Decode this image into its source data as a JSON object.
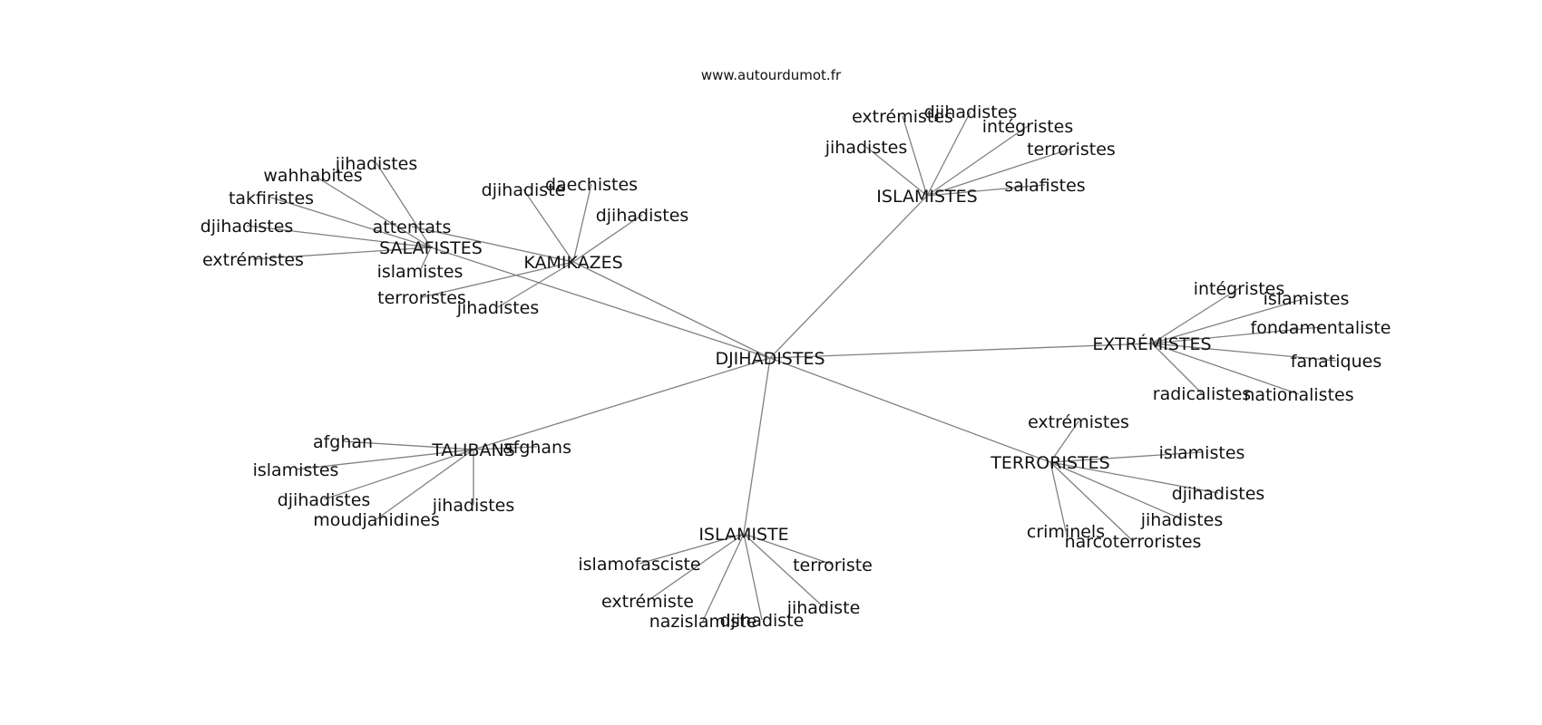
{
  "site": "www.autourdumot.fr",
  "colors": {
    "edge": "#808080",
    "text": "#111111",
    "background": "#ffffff"
  },
  "nodes": [
    {
      "id": "djihadistes",
      "label": "DJIHADISTES"
    },
    {
      "id": "islamistes_hub",
      "label": "ISLAMISTES"
    },
    {
      "id": "kamikazes",
      "label": "KAMIKAZES"
    },
    {
      "id": "salafistes",
      "label": "SALAFISTES"
    },
    {
      "id": "extremistes_hub",
      "label": "EXTRÉMISTES"
    },
    {
      "id": "terroristes_hub",
      "label": "TERRORISTES"
    },
    {
      "id": "talibans",
      "label": "TALIBANS"
    },
    {
      "id": "islamiste",
      "label": "ISLAMISTE"
    },
    {
      "id": "isl_extremistes",
      "label": "extrémistes"
    },
    {
      "id": "isl_djihadistes",
      "label": "djihadistes"
    },
    {
      "id": "isl_integristes",
      "label": "intégristes"
    },
    {
      "id": "isl_jihadistes",
      "label": "jihadistes"
    },
    {
      "id": "isl_terroristes",
      "label": "terroristes"
    },
    {
      "id": "isl_salafistes",
      "label": "salafistes"
    },
    {
      "id": "kam_djihadiste",
      "label": "djihadiste"
    },
    {
      "id": "kam_daechistes",
      "label": "daechistes"
    },
    {
      "id": "kam_djihadistes",
      "label": "djihadistes"
    },
    {
      "id": "kam_attentats",
      "label": "attentats"
    },
    {
      "id": "kam_terroristes",
      "label": "terroristes"
    },
    {
      "id": "kam_jihadistes",
      "label": "jihadistes"
    },
    {
      "id": "sal_jihadistes",
      "label": "jihadistes"
    },
    {
      "id": "sal_wahhabites",
      "label": "wahhabites"
    },
    {
      "id": "sal_takfiristes",
      "label": "takfiristes"
    },
    {
      "id": "sal_djihadistes",
      "label": "djihadistes"
    },
    {
      "id": "sal_extremistes",
      "label": "extrémistes"
    },
    {
      "id": "sal_islamistes",
      "label": "islamistes"
    },
    {
      "id": "ext_integristes",
      "label": "intégristes"
    },
    {
      "id": "ext_islamistes",
      "label": "islamistes"
    },
    {
      "id": "ext_fondamentaliste",
      "label": "fondamentaliste"
    },
    {
      "id": "ext_fanatiques",
      "label": "fanatiques"
    },
    {
      "id": "ext_radicalistes",
      "label": "radicalistes"
    },
    {
      "id": "ext_nationalistes",
      "label": "nationalistes"
    },
    {
      "id": "ter_extremistes",
      "label": "extrémistes"
    },
    {
      "id": "ter_islamistes",
      "label": "islamistes"
    },
    {
      "id": "ter_djihadistes",
      "label": "djihadistes"
    },
    {
      "id": "ter_jihadistes",
      "label": "jihadistes"
    },
    {
      "id": "ter_criminels",
      "label": "criminels"
    },
    {
      "id": "ter_narcoterroristes",
      "label": "narcoterroristes"
    },
    {
      "id": "tal_afghan",
      "label": "afghan"
    },
    {
      "id": "tal_afghans",
      "label": "afghans"
    },
    {
      "id": "tal_islamistes",
      "label": "islamistes"
    },
    {
      "id": "tal_djihadistes",
      "label": "djihadistes"
    },
    {
      "id": "tal_moudjahidines",
      "label": "moudjahidines"
    },
    {
      "id": "tal_jihadistes",
      "label": "jihadistes"
    },
    {
      "id": "ism_islamofasciste",
      "label": "islamofasciste"
    },
    {
      "id": "ism_terroriste",
      "label": "terroriste"
    },
    {
      "id": "ism_extremiste",
      "label": "extrémiste"
    },
    {
      "id": "ism_jihadiste",
      "label": "jihadiste"
    },
    {
      "id": "ism_nazislamiste",
      "label": "nazislamiste"
    },
    {
      "id": "ism_djihadiste",
      "label": "djihadiste"
    }
  ],
  "edges": [
    [
      "djihadistes",
      "islamistes_hub"
    ],
    [
      "djihadistes",
      "kamikazes"
    ],
    [
      "djihadistes",
      "salafistes"
    ],
    [
      "djihadistes",
      "extremistes_hub"
    ],
    [
      "djihadistes",
      "terroristes_hub"
    ],
    [
      "djihadistes",
      "talibans"
    ],
    [
      "djihadistes",
      "islamiste"
    ],
    [
      "islamistes_hub",
      "isl_extremistes"
    ],
    [
      "islamistes_hub",
      "isl_djihadistes"
    ],
    [
      "islamistes_hub",
      "isl_integristes"
    ],
    [
      "islamistes_hub",
      "isl_jihadistes"
    ],
    [
      "islamistes_hub",
      "isl_terroristes"
    ],
    [
      "islamistes_hub",
      "isl_salafistes"
    ],
    [
      "kamikazes",
      "kam_djihadiste"
    ],
    [
      "kamikazes",
      "kam_daechistes"
    ],
    [
      "kamikazes",
      "kam_djihadistes"
    ],
    [
      "kamikazes",
      "kam_attentats"
    ],
    [
      "kamikazes",
      "kam_terroristes"
    ],
    [
      "kamikazes",
      "kam_jihadistes"
    ],
    [
      "salafistes",
      "sal_jihadistes"
    ],
    [
      "salafistes",
      "sal_wahhabites"
    ],
    [
      "salafistes",
      "sal_takfiristes"
    ],
    [
      "salafistes",
      "sal_djihadistes"
    ],
    [
      "salafistes",
      "sal_extremistes"
    ],
    [
      "salafistes",
      "sal_islamistes"
    ],
    [
      "extremistes_hub",
      "ext_integristes"
    ],
    [
      "extremistes_hub",
      "ext_islamistes"
    ],
    [
      "extremistes_hub",
      "ext_fondamentaliste"
    ],
    [
      "extremistes_hub",
      "ext_fanatiques"
    ],
    [
      "extremistes_hub",
      "ext_radicalistes"
    ],
    [
      "extremistes_hub",
      "ext_nationalistes"
    ],
    [
      "terroristes_hub",
      "ter_extremistes"
    ],
    [
      "terroristes_hub",
      "ter_islamistes"
    ],
    [
      "terroristes_hub",
      "ter_djihadistes"
    ],
    [
      "terroristes_hub",
      "ter_jihadistes"
    ],
    [
      "terroristes_hub",
      "ter_criminels"
    ],
    [
      "terroristes_hub",
      "ter_narcoterroristes"
    ],
    [
      "talibans",
      "tal_afghan"
    ],
    [
      "talibans",
      "tal_afghans"
    ],
    [
      "talibans",
      "tal_islamistes"
    ],
    [
      "talibans",
      "tal_djihadistes"
    ],
    [
      "talibans",
      "tal_moudjahidines"
    ],
    [
      "talibans",
      "tal_jihadistes"
    ],
    [
      "islamiste",
      "ism_islamofasciste"
    ],
    [
      "islamiste",
      "ism_terroriste"
    ],
    [
      "islamiste",
      "ism_extremiste"
    ],
    [
      "islamiste",
      "ism_jihadiste"
    ],
    [
      "islamiste",
      "ism_nazislamiste"
    ],
    [
      "islamiste",
      "ism_djihadiste"
    ]
  ]
}
